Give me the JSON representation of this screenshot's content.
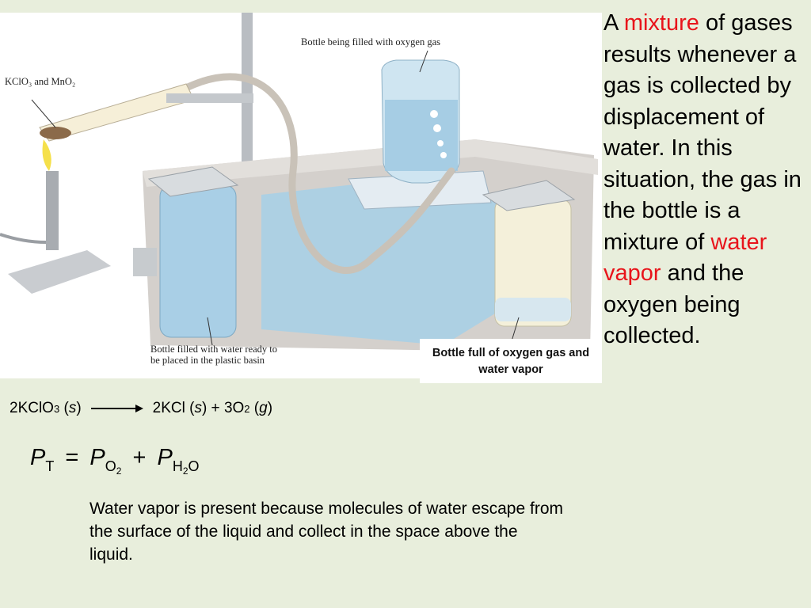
{
  "figure": {
    "label_reactants": "KClO₃ and MnO₂",
    "label_top": "Bottle being filled with oxygen gas",
    "label_bottom": "Bottle filled with water ready to be placed in the plastic basin",
    "caption": "Bottle full of oxygen gas and water vapor"
  },
  "side_text": {
    "part1": "A ",
    "highlight1": "mixture",
    "part2": " of gases results whenever a gas is collected by displacement of water.  In this situation, the gas in the bottle is a mixture of ",
    "highlight2": "water vapor",
    "part3": " and the oxygen being collected."
  },
  "reaction": {
    "reactant": "2KClO",
    "reactant_sub": "3",
    "reactant_state": "s",
    "product1": "2KCl",
    "product1_state": "s",
    "plus": "+",
    "product2": "3O",
    "product2_sub": "2",
    "product2_state": "g"
  },
  "pressure": {
    "P": "P",
    "total_sub": "T",
    "equals": "=",
    "o2_sub_main": "O",
    "o2_sub_num": "2",
    "plus": "+",
    "h2o_sub_h": "H",
    "h2o_sub_num": "2",
    "h2o_sub_o": "O"
  },
  "explanation": "Water vapor is present because molecules of water escape from the surface of the liquid and collect in the space above the liquid.",
  "colors": {
    "background": "#e8eedc",
    "highlight": "#e8141b",
    "water": "#a9cfe6"
  }
}
